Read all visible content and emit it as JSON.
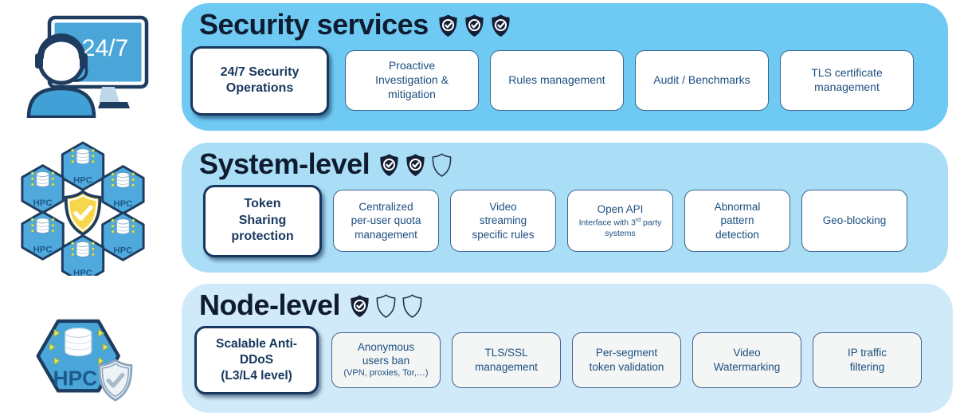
{
  "colors": {
    "band_security_bg": "#6ecaf3",
    "band_system_bg": "#a9def6",
    "band_node_bg": "#d0eaf9",
    "emphasis_border": "#17375e",
    "card_text": "#1c4f80",
    "title_ink": "#0f1c30",
    "shield_fill": "#141f36",
    "icon_blue": "#4aa6d9",
    "shield_yellow": "#f7d64b"
  },
  "left_icons": {
    "support": {
      "screen_label": "24/7"
    },
    "hpc_cluster": {
      "hex_label": "HPC",
      "hex_count": 6
    },
    "hpc_node": {
      "label": "HPC"
    }
  },
  "bands": [
    {
      "title": "Security services",
      "bg": "#6ecaf3",
      "shields_filled": 3,
      "shields_total": 3,
      "cards": [
        {
          "title": "24/7 Security\nOperations",
          "emphasized": true
        },
        {
          "title": "Proactive\nInvestigation &\nmitigation"
        },
        {
          "title": "Rules management"
        },
        {
          "title": "Audit / Benchmarks"
        },
        {
          "title": "TLS certificate\nmanagement"
        }
      ]
    },
    {
      "title": "System-level",
      "bg": "#a9def6",
      "shields_filled": 2,
      "shields_total": 3,
      "cards": [
        {
          "title": "Token\nSharing\nprotection",
          "emphasized": true
        },
        {
          "title": "Centralized\nper-user quota\nmanagement"
        },
        {
          "title": "Video\nstreaming\nspecific rules"
        },
        {
          "title": "Open API",
          "subtitle_parts": [
            {
              "t": "Interface with 3"
            },
            {
              "t": "rd",
              "sup": true
            },
            {
              "t": " party systems"
            }
          ]
        },
        {
          "title": "Abnormal\npattern\ndetection"
        },
        {
          "title": "Geo-blocking"
        }
      ]
    },
    {
      "title": "Node-level",
      "bg": "#d0eaf9",
      "shields_filled": 1,
      "shields_total": 3,
      "cards": [
        {
          "title": "Scalable Anti-\nDDoS\n(L3/L4 level)",
          "emphasized": true
        },
        {
          "title": "Anonymous\nusers ban",
          "subtitle": "(VPN, proxies, Tor,…)"
        },
        {
          "title": "TLS/SSL\nmanagement"
        },
        {
          "title": "Per-segment\ntoken validation"
        },
        {
          "title": "Video\nWatermarking"
        },
        {
          "title": "IP traffic\nfiltering"
        }
      ]
    }
  ]
}
